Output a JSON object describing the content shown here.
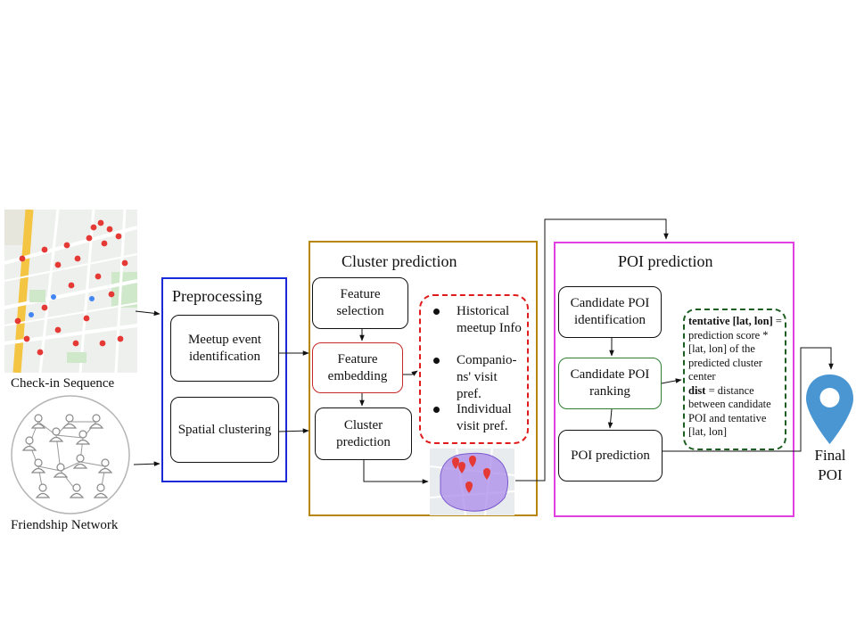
{
  "inputs": {
    "checkin_caption": "Check-in Sequence",
    "friendship_caption": "Friendship Network"
  },
  "preprocessing": {
    "title": "Preprocessing",
    "meetup_label": "Meetup event identification",
    "spatial_label": "Spatial clustering"
  },
  "cluster": {
    "title": "Cluster prediction",
    "feature_selection": "Feature selection",
    "feature_embedding": "Feature embedding",
    "cluster_prediction": "Cluster prediction",
    "features": [
      "Historical meetup Info",
      "Companio-ns' visit pref.",
      "Individual visit pref."
    ]
  },
  "poi": {
    "title": "POI prediction",
    "candidate_identification": "Candidate POI identification",
    "candidate_ranking": "Candidate POI ranking",
    "poi_prediction": "POI prediction",
    "tentative_term": "tentative [lat, lon]",
    "tentative_def": "= prediction score * [lat, lon] of the predicted cluster center",
    "dist_term": "dist",
    "dist_def": "= distance between candidate POI and tentative [lat, lon]"
  },
  "output": {
    "label_line1": "Final",
    "label_line2": "POI",
    "pin_color": "#4a96d2"
  },
  "colors": {
    "preprocessing_border": "#1a2ad6",
    "cluster_border": "#b8860b",
    "poi_border": "#e040e0",
    "embedding_border": "#c62828",
    "features_border": "#e01b1b",
    "ranking_border": "#2e7d32",
    "info_border": "#1b5e20"
  }
}
